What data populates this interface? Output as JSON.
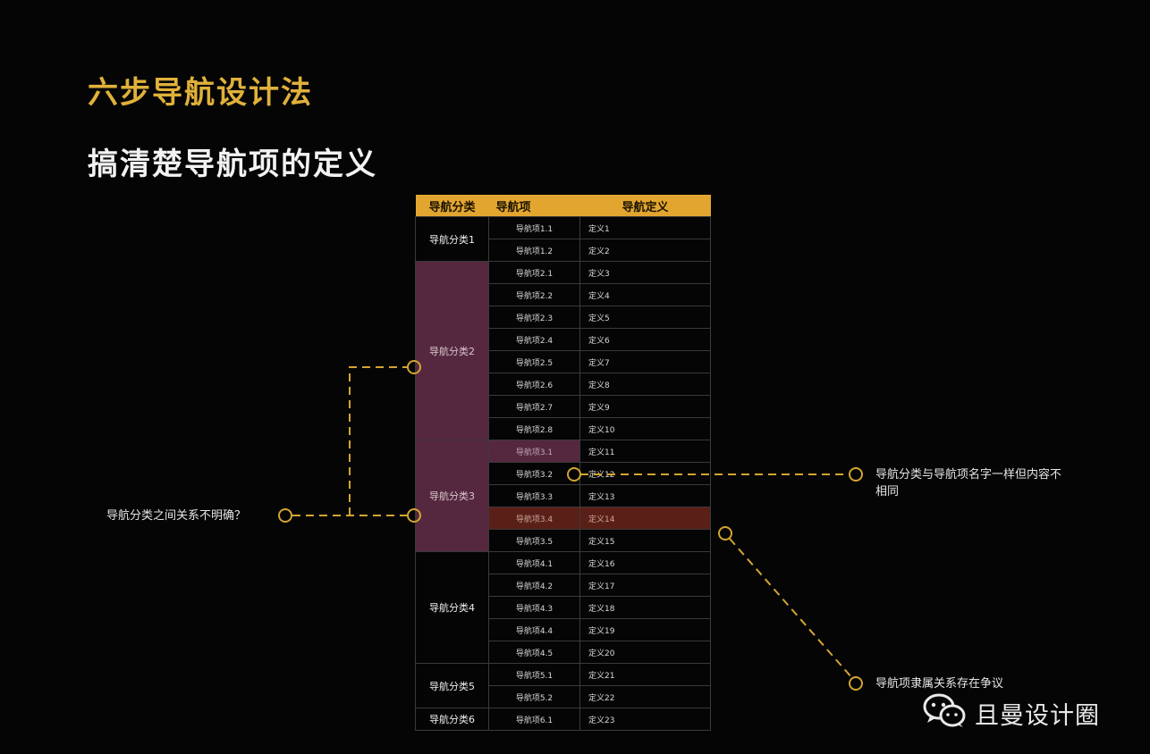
{
  "title": "六步导航设计法",
  "subtitle": "搞清楚导航项的定义",
  "table": {
    "headers": [
      "导航分类",
      "导航项",
      "导航定义"
    ],
    "groups": [
      {
        "category": "导航分类1",
        "highlight": false,
        "rows": [
          [
            "导航项1.1",
            "定义1"
          ],
          [
            "导航项1.2",
            "定义2"
          ]
        ]
      },
      {
        "category": "导航分类2",
        "highlight": true,
        "rows": [
          [
            "导航项2.1",
            "定义3"
          ],
          [
            "导航项2.2",
            "定义4"
          ],
          [
            "导航项2.3",
            "定义5"
          ],
          [
            "导航项2.4",
            "定义6"
          ],
          [
            "导航项2.5",
            "定义7"
          ],
          [
            "导航项2.6",
            "定义8"
          ],
          [
            "导航项2.7",
            "定义9"
          ],
          [
            "导航项2.8",
            "定义10"
          ]
        ]
      },
      {
        "category": "导航分类3",
        "highlight": true,
        "rows": [
          [
            "导航项3.1",
            "定义11"
          ],
          [
            "导航项3.2",
            "定义12"
          ],
          [
            "导航项3.3",
            "定义13"
          ],
          [
            "导航项3.4",
            "定义14"
          ],
          [
            "导航项3.5",
            "定义15"
          ]
        ]
      },
      {
        "category": "导航分类4",
        "highlight": false,
        "rows": [
          [
            "导航项4.1",
            "定义16"
          ],
          [
            "导航项4.2",
            "定义17"
          ],
          [
            "导航项4.3",
            "定义18"
          ],
          [
            "导航项4.4",
            "定义19"
          ],
          [
            "导航项4.5",
            "定义20"
          ]
        ]
      },
      {
        "category": "导航分类5",
        "highlight": false,
        "rows": [
          [
            "导航项5.1",
            "定义21"
          ],
          [
            "导航项5.2",
            "定义22"
          ]
        ]
      },
      {
        "category": "导航分类6",
        "highlight": false,
        "rows": [
          [
            "导航项6.1",
            "定义23"
          ]
        ]
      }
    ],
    "pink_item": "导航项3.1",
    "red_item": "导航项3.4"
  },
  "annotations": {
    "left": "导航分类之间关系不明确？",
    "right_top": "导航分类与导航项名字一样但内容不相同",
    "right_bottom": "导航项隶属关系存在争议"
  },
  "colors": {
    "gold": "#e2a630",
    "title_gold": "#e0b13a",
    "highlight_purple": "#55283f",
    "highlight_red": "#5a1f17"
  },
  "logo": {
    "text": "且曼设计圈",
    "icon": "wechat-icon"
  }
}
